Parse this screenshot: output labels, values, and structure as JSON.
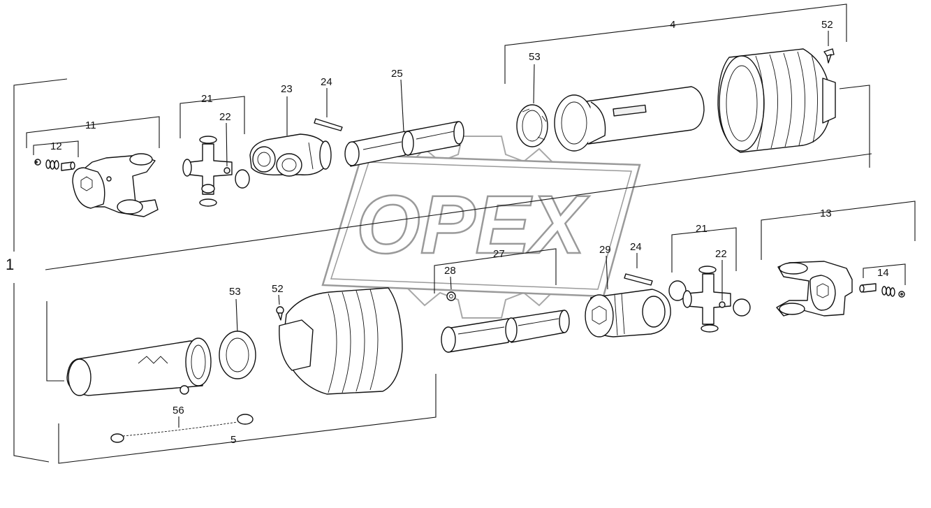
{
  "watermark": {
    "text": "OPEX"
  },
  "assembly_label": "1",
  "callouts": [
    {
      "id": "c-11",
      "text": "11"
    },
    {
      "id": "c-12",
      "text": "12"
    },
    {
      "id": "c-21a",
      "text": "21"
    },
    {
      "id": "c-22a",
      "text": "22"
    },
    {
      "id": "c-23",
      "text": "23"
    },
    {
      "id": "c-24a",
      "text": "24"
    },
    {
      "id": "c-25",
      "text": "25"
    },
    {
      "id": "c-53a",
      "text": "53"
    },
    {
      "id": "c-4",
      "text": "4"
    },
    {
      "id": "c-52a",
      "text": "52"
    },
    {
      "id": "c-13",
      "text": "13"
    },
    {
      "id": "c-21b",
      "text": "21"
    },
    {
      "id": "c-22b",
      "text": "22"
    },
    {
      "id": "c-14",
      "text": "14"
    },
    {
      "id": "c-24b",
      "text": "24"
    },
    {
      "id": "c-29",
      "text": "29"
    },
    {
      "id": "c-27",
      "text": "27"
    },
    {
      "id": "c-28",
      "text": "28"
    },
    {
      "id": "c-53b",
      "text": "53"
    },
    {
      "id": "c-52b",
      "text": "52"
    },
    {
      "id": "c-56",
      "text": "56"
    },
    {
      "id": "c-5",
      "text": "5"
    }
  ]
}
